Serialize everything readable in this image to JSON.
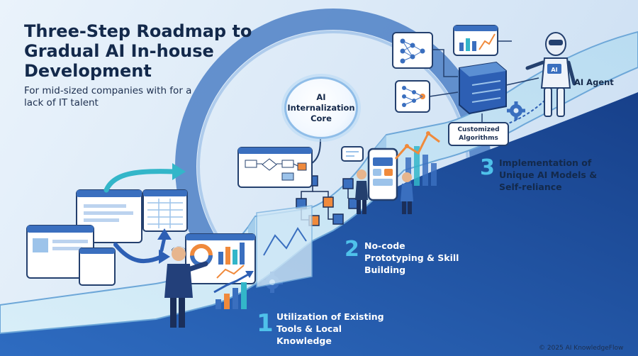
{
  "title": "Three-Step Roadmap to Gradual AI In-house Development",
  "subtitle": "For mid-sized companies with for a lack of IT talent",
  "core_label": "AI Internalization Core",
  "steps": [
    {
      "number": "1",
      "text": "Utilization of Existing Tools & Local Knowledge"
    },
    {
      "number": "2",
      "text": "No-code Prototyping & Skill Building"
    },
    {
      "number": "3",
      "text": "Implementation of Unique AI Models & Self-reliance"
    }
  ],
  "customized_algorithms_label": "Customized Algorithms",
  "ai_agent_label": "AI Agent",
  "robot_badge": "AI",
  "copyright": "© 2025 AI KnowledgeFlow",
  "colors": {
    "navy": "#13294b",
    "accent_cyan": "#4fc1ea",
    "accent_orange": "#f08a3c",
    "road_dark": "#1d4fa0",
    "road_light": "#c9e4f5"
  }
}
